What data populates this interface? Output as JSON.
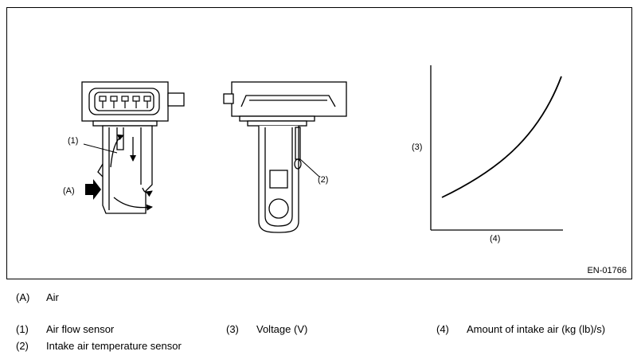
{
  "figure": {
    "id": "EN-01766",
    "callouts": {
      "flow_sensor": "(1)",
      "air": "(A)",
      "temp_sensor": "(2)",
      "voltage_axis": "(3)",
      "airflow_axis": "(4)"
    }
  },
  "legend": {
    "air": {
      "code": "(A)",
      "text": "Air"
    },
    "items": [
      {
        "code": "(1)",
        "text": "Air flow sensor"
      },
      {
        "code": "(2)",
        "text": "Intake air temperature sensor"
      },
      {
        "code": "(3)",
        "text": "Voltage (V)"
      },
      {
        "code": "(4)",
        "text": "Amount of intake air (kg (lb)/s)"
      }
    ]
  },
  "colors": {
    "line": "#000000",
    "background": "#ffffff"
  }
}
